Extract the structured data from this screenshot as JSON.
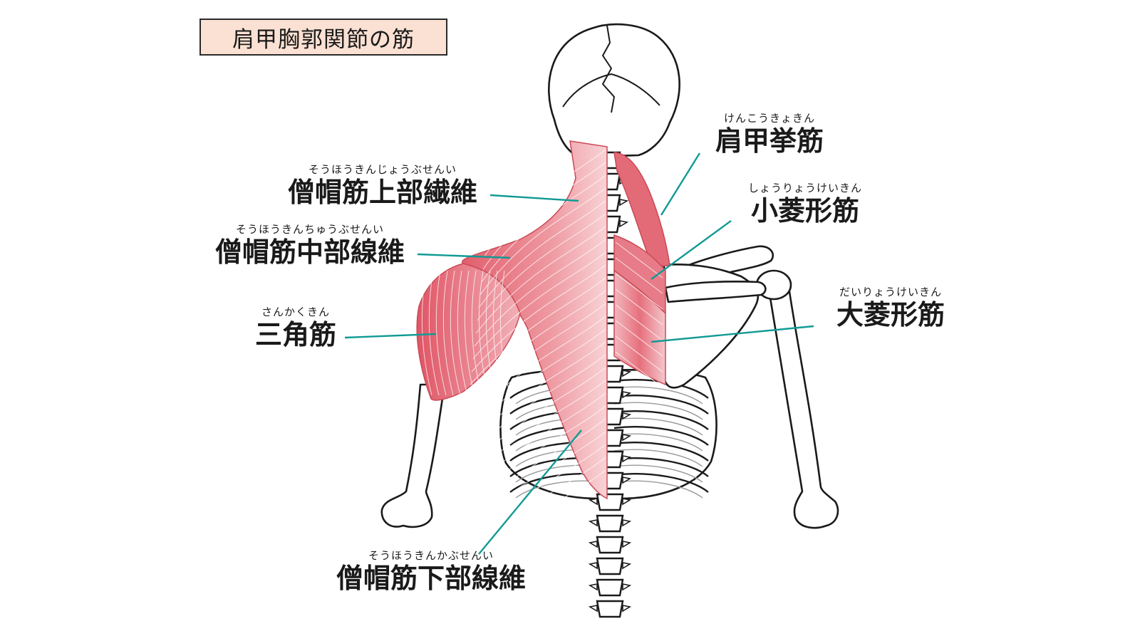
{
  "title": "肩甲胸郭関節の筋",
  "colors": {
    "muscle": "#e7828c",
    "muscle_light": "#f3c0c5",
    "leader_line": "#129a95",
    "bone_outline": "#1a1a1a",
    "bone_fill": "#ffffff",
    "shadow": "#d5d5d5",
    "title_bg": "#fbe1d3"
  },
  "labels": {
    "trap_upper": {
      "ruby": "そうほうきんじょうぶせんい",
      "name": "僧帽筋上部繊維"
    },
    "trap_middle": {
      "ruby": "そうほうきんちゅうぶせんい",
      "name": "僧帽筋中部線維"
    },
    "deltoid": {
      "ruby": "さんかくきん",
      "name": "三角筋"
    },
    "trap_lower": {
      "ruby": "そうほうきんかぶせんい",
      "name": "僧帽筋下部線維"
    },
    "levator": {
      "ruby": "けんこうきょきん",
      "name": "肩甲挙筋"
    },
    "rhomb_minor": {
      "ruby": "しょうりょうけいきん",
      "name": "小菱形筋"
    },
    "rhomb_major": {
      "ruby": "だいりょうけいきん",
      "name": "大菱形筋"
    }
  }
}
